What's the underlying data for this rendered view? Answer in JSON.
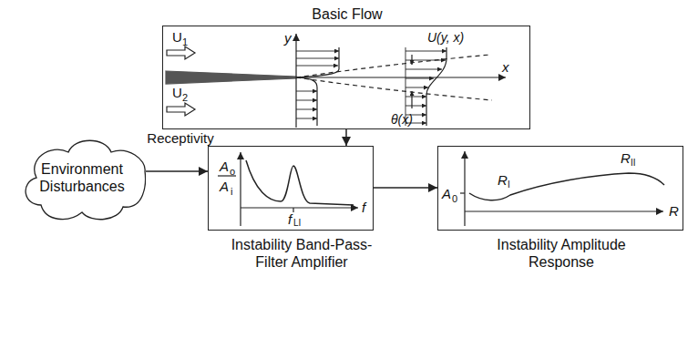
{
  "diagram": {
    "nodes": [
      {
        "text": [
          "Basic Flow",
          "U",
          "1",
          "U",
          "2",
          "y",
          "x",
          "U(y, x)",
          "θ(x)"
        ]
      },
      {
        "text": [
          "Environment Disturbances"
        ]
      },
      {
        "text": [
          "A",
          "o",
          "A",
          "i",
          "f",
          "f",
          "LI",
          "Instability Band-Pass-Filter Amplifier"
        ]
      },
      {
        "text": [
          "A",
          "0",
          "R",
          "I",
          "R",
          "II",
          "R",
          "Instability Amplitude Response"
        ]
      }
    ],
    "edges": [
      {
        "from": 0,
        "to": 2,
        "arrow": "to"
      },
      {
        "from": 1,
        "to": 2,
        "label": "Receptivity",
        "arrow": "to"
      },
      {
        "from": 2,
        "to": 3,
        "arrow": "to"
      }
    ]
  }
}
